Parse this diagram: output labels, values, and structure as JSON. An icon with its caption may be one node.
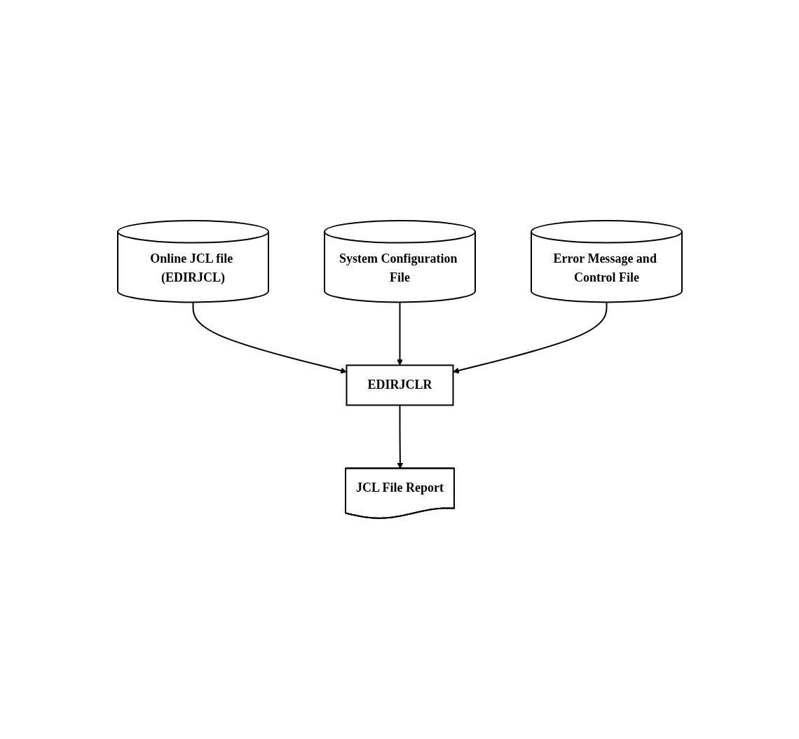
{
  "diagram": {
    "nodes": [
      {
        "text": [
          "Online JCL file (EDIRJCL)"
        ]
      },
      {
        "text": [
          "System Configuration File"
        ]
      },
      {
        "text": [
          "EDIRJCLR"
        ]
      },
      {
        "text": [
          "Error Message and Control File"
        ]
      },
      {
        "text": [
          "JCL File Report"
        ]
      }
    ],
    "edges": [
      {
        "from": 0,
        "to": 2,
        "arrow": "to"
      },
      {
        "from": 1,
        "to": 2,
        "arrow": "to"
      },
      {
        "from": 3,
        "to": 2,
        "arrow": "to"
      },
      {
        "from": 2,
        "to": 4,
        "arrow": "to"
      }
    ]
  }
}
